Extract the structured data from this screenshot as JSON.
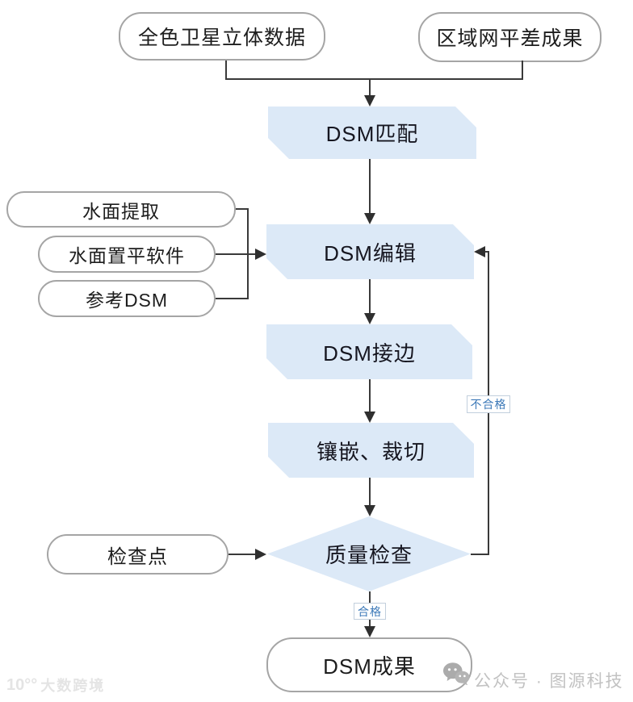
{
  "palette": {
    "process_fill": "#dce9f7",
    "process_text": "#161620",
    "terminal_border": "#a5a5a5",
    "line_color": "#2f2f2f",
    "label_blue": "#3c79b8",
    "watermark_gray": "#e4e4e4",
    "footer_gray": "#c2c2c2"
  },
  "nodes": {
    "input_left": "全色卫星立体数据",
    "input_right": "区域网平差成果",
    "dsm_match": "DSM匹配",
    "water_extract": "水面提取",
    "water_level_software": "水面置平软件",
    "reference_dsm": "参考DSM",
    "dsm_edit": "DSM编辑",
    "dsm_edge": "DSM接边",
    "mosaic_crop": "镶嵌、裁切",
    "check_point": "检查点",
    "quality_check": "质量检查",
    "dsm_result": "DSM成果"
  },
  "edge_labels": {
    "fail": "不合格",
    "pass": "合格"
  },
  "watermark": {
    "logo": "10°°",
    "brand": "大数跨境"
  },
  "footer": {
    "credit": "公众号 · 图源科技"
  }
}
